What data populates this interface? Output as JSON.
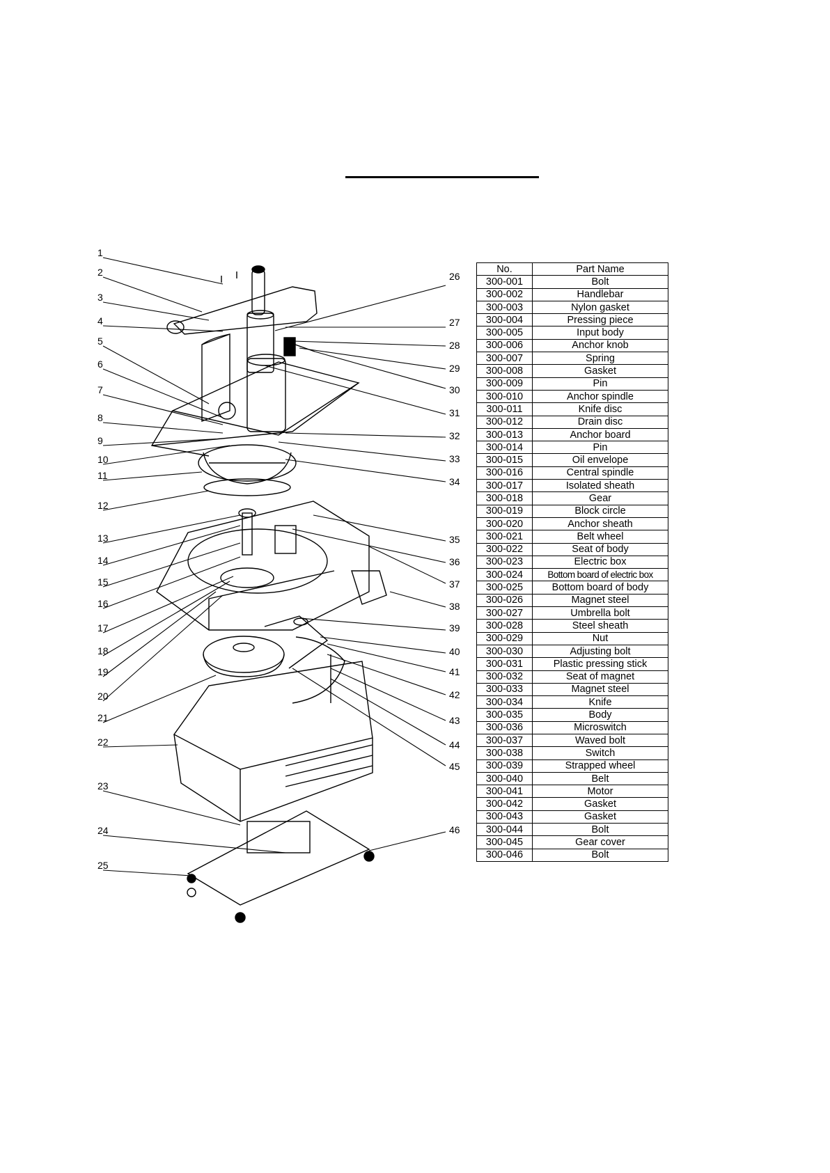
{
  "table": {
    "header_no": "No.",
    "header_name": "Part Name",
    "rows": [
      {
        "no": "300-001",
        "name": "Bolt"
      },
      {
        "no": "300-002",
        "name": "Handlebar"
      },
      {
        "no": "300-003",
        "name": "Nylon gasket"
      },
      {
        "no": "300-004",
        "name": "Pressing piece"
      },
      {
        "no": "300-005",
        "name": "Input body"
      },
      {
        "no": "300-006",
        "name": "Anchor knob"
      },
      {
        "no": "300-007",
        "name": "Spring"
      },
      {
        "no": "300-008",
        "name": "Gasket"
      },
      {
        "no": "300-009",
        "name": "Pin"
      },
      {
        "no": "300-010",
        "name": "Anchor spindle"
      },
      {
        "no": "300-011",
        "name": "Knife disc"
      },
      {
        "no": "300-012",
        "name": "Drain disc"
      },
      {
        "no": "300-013",
        "name": "Anchor board"
      },
      {
        "no": "300-014",
        "name": "Pin"
      },
      {
        "no": "300-015",
        "name": "Oil envelope"
      },
      {
        "no": "300-016",
        "name": "Central spindle"
      },
      {
        "no": "300-017",
        "name": "Isolated sheath"
      },
      {
        "no": "300-018",
        "name": "Gear"
      },
      {
        "no": "300-019",
        "name": "Block circle"
      },
      {
        "no": "300-020",
        "name": "Anchor sheath"
      },
      {
        "no": "300-021",
        "name": "Belt wheel"
      },
      {
        "no": "300-022",
        "name": "Seat of body"
      },
      {
        "no": "300-023",
        "name": "Electric box"
      },
      {
        "no": "300-024",
        "name": "Bottom board of electric box"
      },
      {
        "no": "300-025",
        "name": "Bottom board of body"
      },
      {
        "no": "300-026",
        "name": "Magnet steel"
      },
      {
        "no": "300-027",
        "name": "Umbrella bolt"
      },
      {
        "no": "300-028",
        "name": "Steel sheath"
      },
      {
        "no": "300-029",
        "name": "Nut"
      },
      {
        "no": "300-030",
        "name": "Adjusting bolt"
      },
      {
        "no": "300-031",
        "name": "Plastic pressing stick"
      },
      {
        "no": "300-032",
        "name": "Seat of magnet"
      },
      {
        "no": "300-033",
        "name": "Magnet steel"
      },
      {
        "no": "300-034",
        "name": "Knife"
      },
      {
        "no": "300-035",
        "name": "Body"
      },
      {
        "no": "300-036",
        "name": "Microswitch"
      },
      {
        "no": "300-037",
        "name": "Waved bolt"
      },
      {
        "no": "300-038",
        "name": "Switch"
      },
      {
        "no": "300-039",
        "name": "Strapped wheel"
      },
      {
        "no": "300-040",
        "name": "Belt"
      },
      {
        "no": "300-041",
        "name": "Motor"
      },
      {
        "no": "300-042",
        "name": "Gasket"
      },
      {
        "no": "300-043",
        "name": "Gasket"
      },
      {
        "no": "300-044",
        "name": "Bolt"
      },
      {
        "no": "300-045",
        "name": "Gear cover"
      },
      {
        "no": "300-046",
        "name": "Bolt"
      }
    ]
  },
  "callouts": {
    "left": [
      "1",
      "2",
      "3",
      "4",
      "5",
      "6",
      "7",
      "8",
      "9",
      "10",
      "11",
      "12",
      "13",
      "14",
      "15",
      "16",
      "17",
      "18",
      "19",
      "20",
      "21",
      "22",
      "23",
      "24",
      "25"
    ],
    "right": [
      "26",
      "27",
      "28",
      "29",
      "30",
      "31",
      "32",
      "33",
      "34",
      "35",
      "36",
      "37",
      "38",
      "39",
      "40",
      "41",
      "42",
      "43",
      "44",
      "45",
      "46"
    ]
  }
}
